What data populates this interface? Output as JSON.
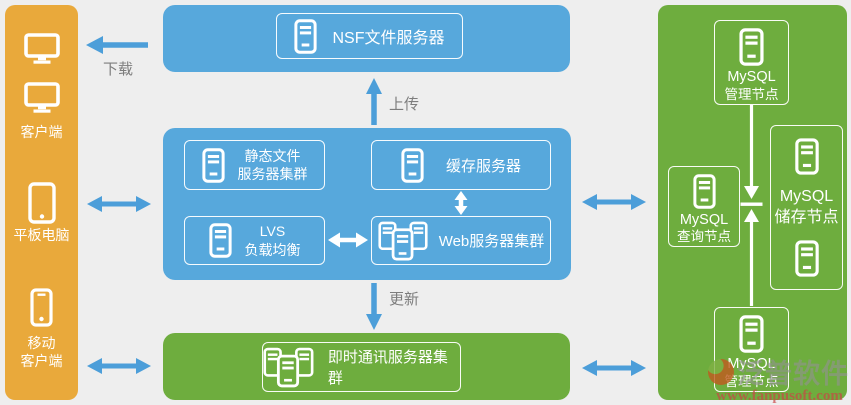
{
  "clients_panel": {
    "desktop_label": "客户端",
    "tablet_label": "平板电脑",
    "mobile_label_line1": "移动",
    "mobile_label_line2": "客户端"
  },
  "nsf_box": {
    "label": "NSF文件服务器"
  },
  "app_cluster": {
    "static_line1": "静态文件",
    "static_line2": "服务器集群",
    "cache_label": "缓存服务器",
    "lvs_line1": "LVS",
    "lvs_line2": "负载均衡",
    "web_label": "Web服务器集群"
  },
  "im_box": {
    "label": "即时通讯服务器集群"
  },
  "mysql_panel": {
    "mgmt_top_line1": "MySQL",
    "mgmt_top_line2": "管理节点",
    "query_line1": "MySQL",
    "query_line2": "查询节点",
    "storage_line1": "MySQL",
    "storage_line2": "储存节点",
    "mgmt_bottom_line1": "MySQL",
    "mgmt_bottom_line2": "管理节点"
  },
  "flow_labels": {
    "download": "下载",
    "upload": "上传",
    "update": "更新"
  },
  "watermark": {
    "brand": "泛普软件",
    "url": "www.fanpusoft.com"
  },
  "colors": {
    "client_orange": "#E9A93B",
    "cluster_blue": "#57A8DC",
    "db_green": "#6EAD3E",
    "arrow_blue": "#4C9ED9",
    "background": "#EEEEEE",
    "flow_label_gray": "#7D7D7D"
  }
}
